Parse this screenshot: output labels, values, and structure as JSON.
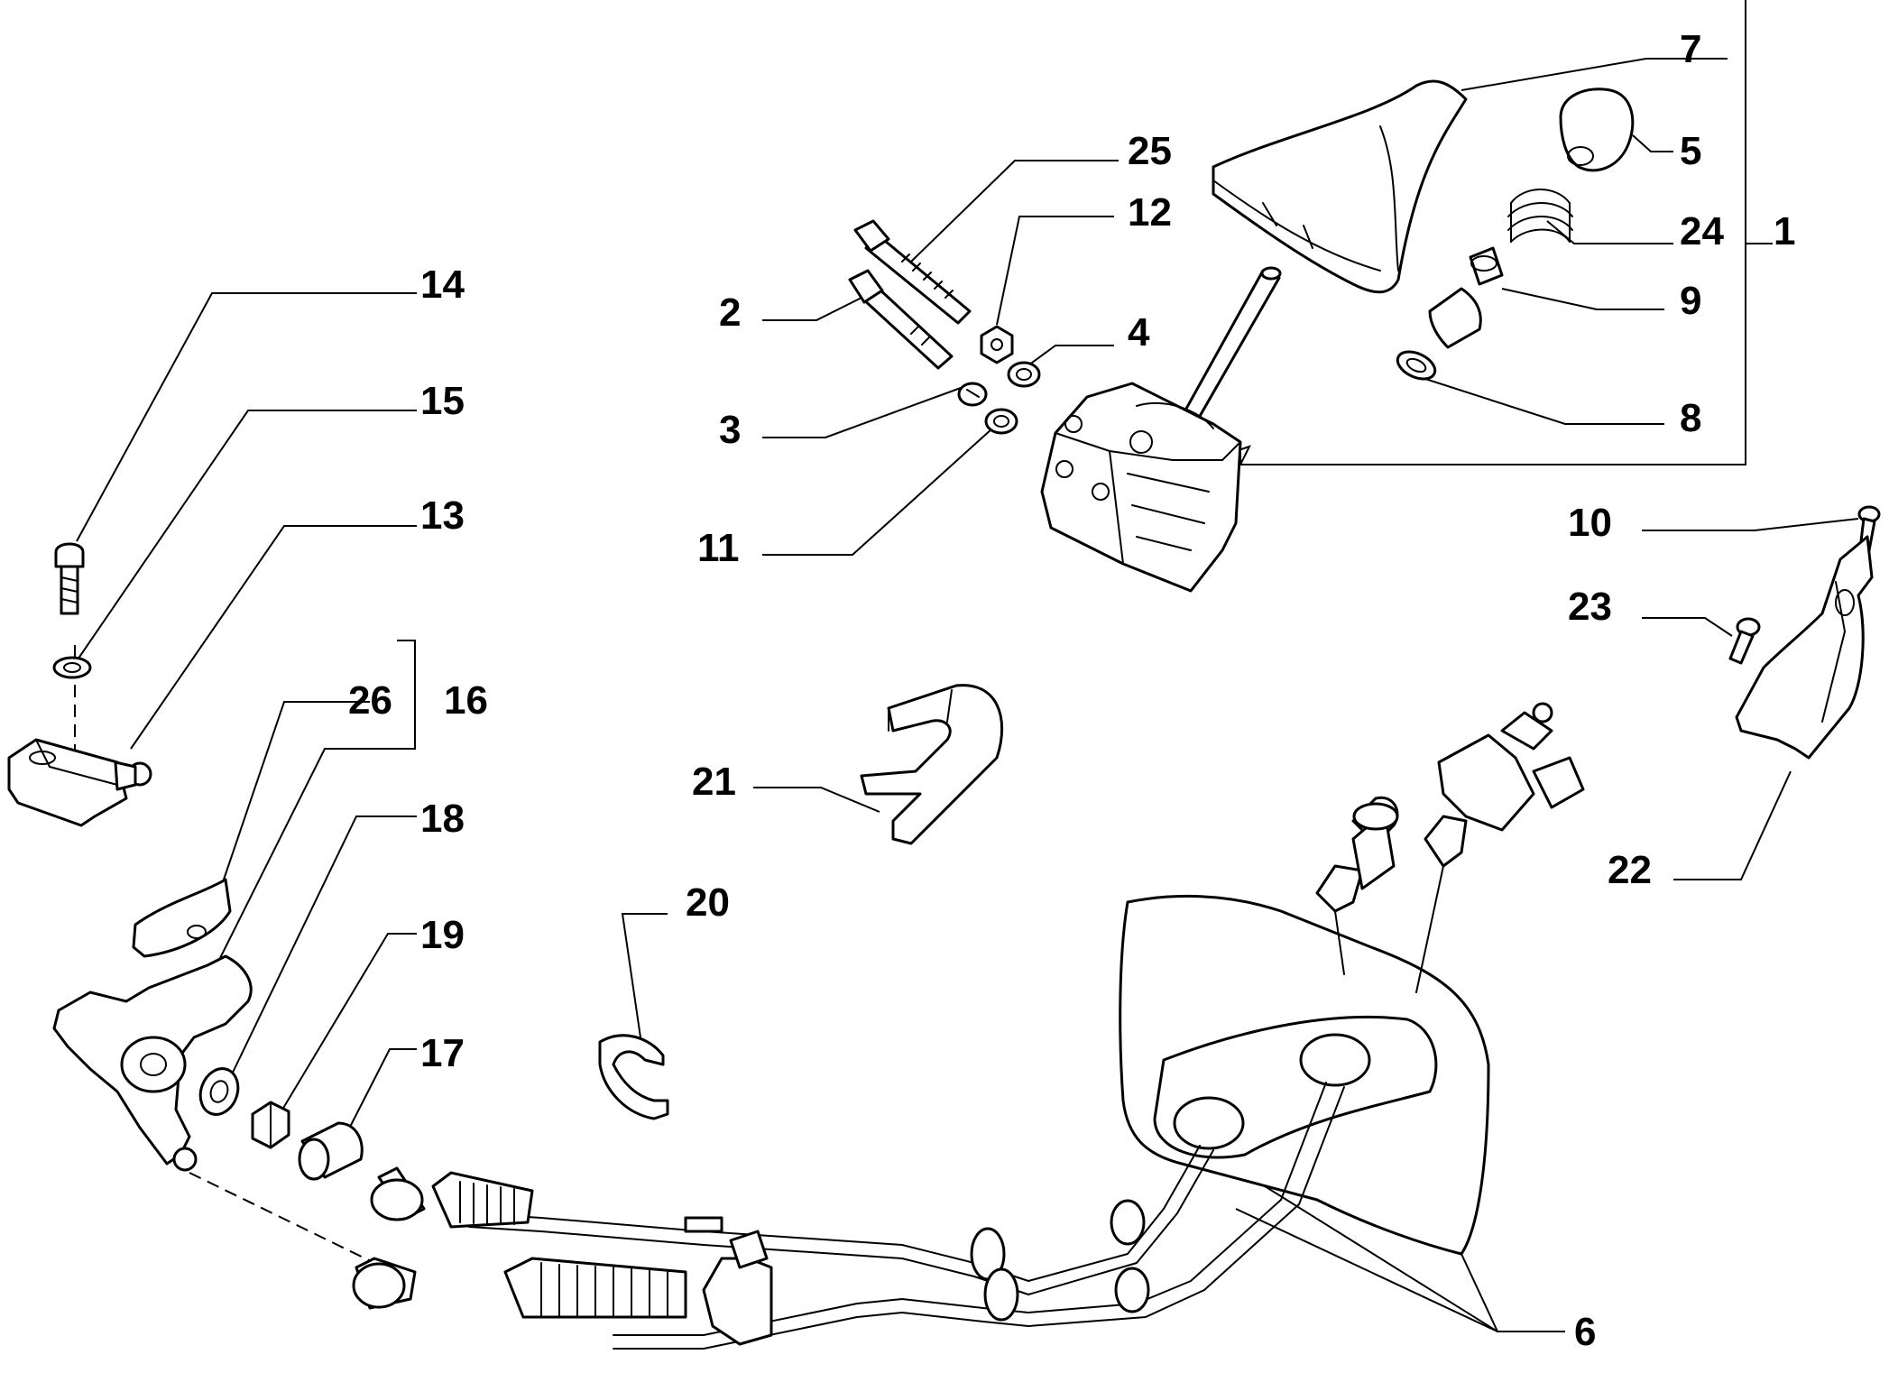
{
  "diagram": {
    "callouts": [
      {
        "id": "c1",
        "label": "1"
      },
      {
        "id": "c2",
        "label": "2"
      },
      {
        "id": "c3",
        "label": "3"
      },
      {
        "id": "c4",
        "label": "4"
      },
      {
        "id": "c5",
        "label": "5"
      },
      {
        "id": "c6",
        "label": "6"
      },
      {
        "id": "c7",
        "label": "7"
      },
      {
        "id": "c8",
        "label": "8"
      },
      {
        "id": "c9",
        "label": "9"
      },
      {
        "id": "c10",
        "label": "10"
      },
      {
        "id": "c11",
        "label": "11"
      },
      {
        "id": "c12",
        "label": "12"
      },
      {
        "id": "c13",
        "label": "13"
      },
      {
        "id": "c14",
        "label": "14"
      },
      {
        "id": "c15",
        "label": "15"
      },
      {
        "id": "c16",
        "label": "16"
      },
      {
        "id": "c17",
        "label": "17"
      },
      {
        "id": "c18",
        "label": "18"
      },
      {
        "id": "c19",
        "label": "19"
      },
      {
        "id": "c20",
        "label": "20"
      },
      {
        "id": "c21",
        "label": "21"
      },
      {
        "id": "c22",
        "label": "22"
      },
      {
        "id": "c23",
        "label": "23"
      },
      {
        "id": "c24",
        "label": "24"
      },
      {
        "id": "c25",
        "label": "25"
      },
      {
        "id": "c26",
        "label": "26"
      }
    ]
  }
}
